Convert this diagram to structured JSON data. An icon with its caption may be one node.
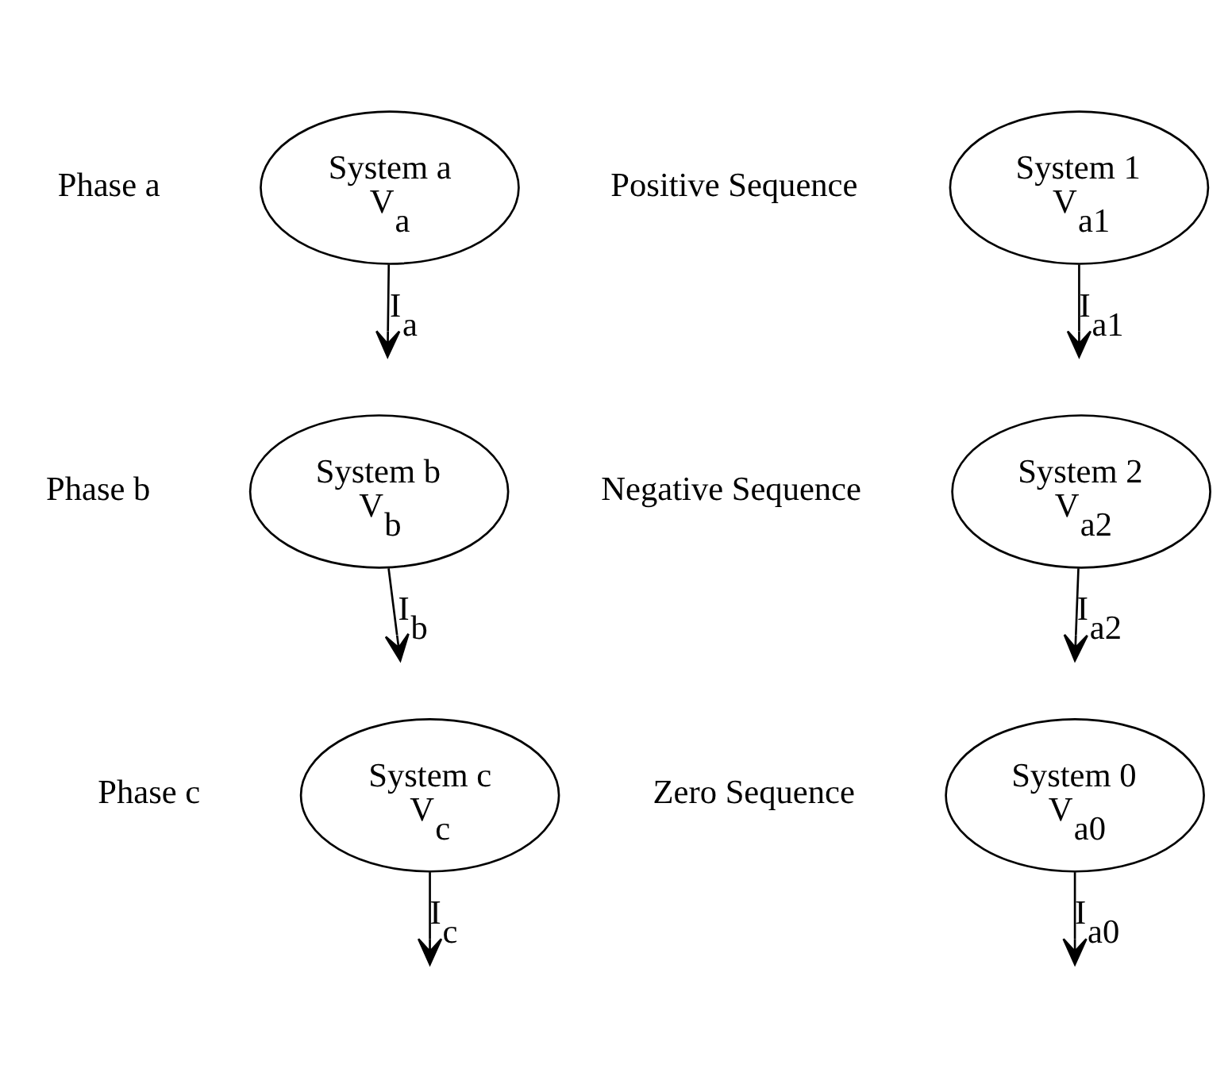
{
  "diagram": {
    "nodes": [
      {
        "text": [
          "System a",
          "V$_{a}$"
        ],
        "beside": [
          "Phase a"
        ]
      },
      {
        "text": [
          "System 1",
          "V$_{a1}$"
        ],
        "beside": [
          "Positive Sequence"
        ]
      },
      {
        "text": [
          "System b",
          "V$_{b}$"
        ],
        "beside": [
          "Phase b"
        ]
      },
      {
        "text": [
          "System 2",
          "V$_{a2}$"
        ],
        "beside": [
          "Negative Sequence"
        ]
      },
      {
        "text": [
          "System c",
          "V$_{c}$"
        ],
        "beside": [
          "Phase c"
        ]
      },
      {
        "text": [
          "System 0",
          "V$_{a0}$"
        ],
        "beside": [
          "Zero Sequence"
        ]
      }
    ],
    "edges": [
      {
        "from": 0,
        "to": null,
        "arrow": "to",
        "label": "I$_{a}$"
      },
      {
        "from": 1,
        "to": null,
        "arrow": "to",
        "label": "I$_{a1}$"
      },
      {
        "from": 2,
        "to": null,
        "arrow": "to",
        "label": "I$_{b}$"
      },
      {
        "from": 3,
        "to": null,
        "arrow": "to",
        "label": "I$_{a2}$"
      },
      {
        "from": 4,
        "to": null,
        "arrow": "to",
        "label": "I$_{c}$"
      },
      {
        "from": 5,
        "to": null,
        "arrow": "to",
        "label": "I$_{a0}$"
      }
    ]
  }
}
